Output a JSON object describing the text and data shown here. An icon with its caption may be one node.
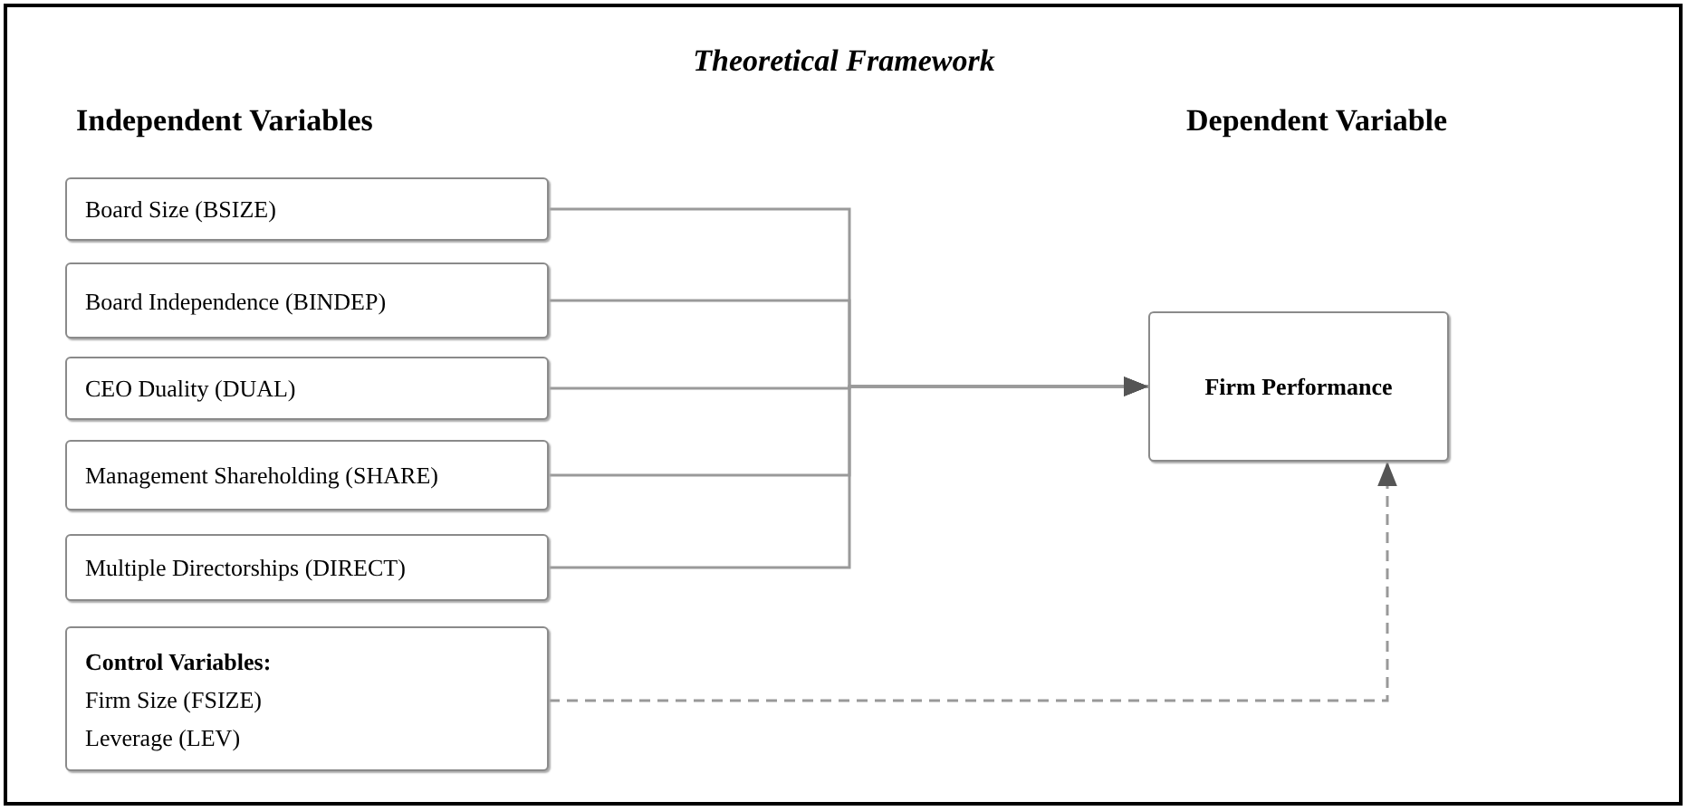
{
  "diagram": {
    "title": "Theoretical Framework",
    "nodes": [
      {
        "text": [
          "Board Size (BSIZE)"
        ]
      },
      {
        "text": [
          "Board Independence (BINDEP)"
        ]
      },
      {
        "text": [
          "CEO Duality (DUAL)"
        ]
      },
      {
        "text": [
          "Management Shareholding (SHARE)"
        ]
      },
      {
        "text": [
          "Multiple Directorships (DIRECT)"
        ]
      },
      {
        "text": [
          "Control Variables:",
          "Firm Size (FSIZE)",
          "Leverage (LEV)"
        ]
      },
      {
        "text": [
          "Firm Performance"
        ]
      }
    ],
    "edges": [
      {
        "from": 0,
        "to": 6,
        "arrow": "to"
      },
      {
        "from": 1,
        "to": 6,
        "arrow": "to"
      },
      {
        "from": 2,
        "to": 6,
        "arrow": "to"
      },
      {
        "from": 3,
        "to": 6,
        "arrow": "to"
      },
      {
        "from": 4,
        "to": 6,
        "arrow": "to"
      },
      {
        "from": 5,
        "to": 6,
        "arrow": "to",
        "style": "dashed"
      }
    ],
    "labels": [
      "Independent Variables",
      "Dependent Variable"
    ]
  }
}
